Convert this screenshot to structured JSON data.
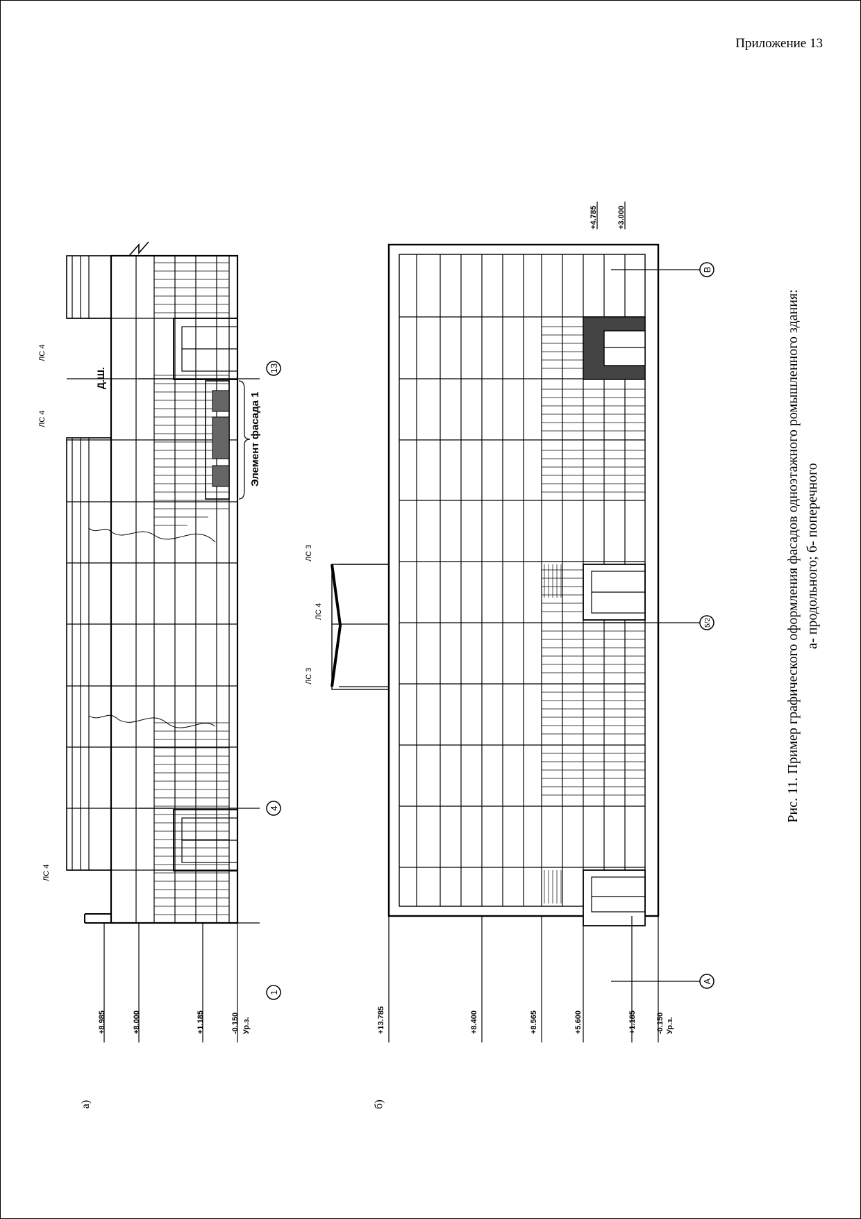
{
  "appendix_label": "Приложение 13",
  "caption": {
    "line1": "Рис. 11. Пример графического оформления фасадов одноэтажного ромышленного здания:",
    "line2": "а- продольного; б- поперечного"
  },
  "panel_a": {
    "label": "а)",
    "levels": [
      "+8.985",
      "+8.000",
      "+1.185",
      "-0.150"
    ],
    "level_ground_note": "Ур.з.",
    "axis_markers": [
      "1",
      "4",
      "13"
    ],
    "marks": [
      "ЛС 4",
      "ЛС 4",
      "ЛС 4"
    ],
    "roof_note": "Д.Ш.",
    "element_note": "Элемент фасада 1"
  },
  "panel_b": {
    "label": "б)",
    "levels": [
      "+13.785",
      "+8.400",
      "+8.565",
      "+5.600",
      "+1.185",
      "-0.150"
    ],
    "level_ground_note": "Ур.з.",
    "top_levels": [
      "+4.785",
      "+3.000"
    ],
    "axis_markers": [
      "А",
      "5/2",
      "В"
    ],
    "marks": [
      "ЛС 3",
      "ЛС 4",
      "ЛС 3"
    ]
  }
}
